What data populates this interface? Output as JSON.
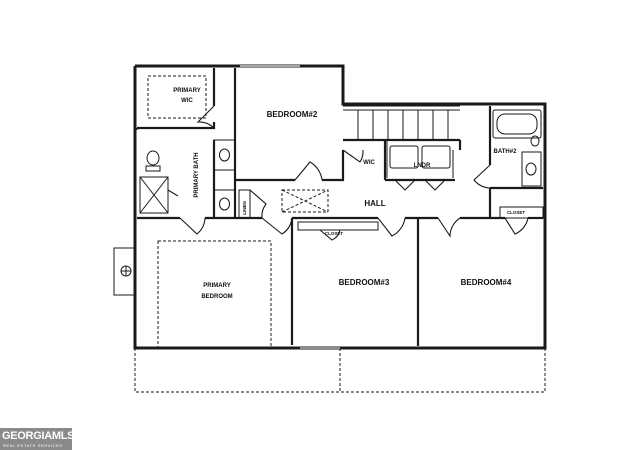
{
  "rooms": {
    "primary_wic": [
      "PRIMARY",
      "WIC"
    ],
    "bedroom2": "BEDROOM#2",
    "primary_bath": "PRIMARY BATH",
    "wic": "WIC",
    "lndr": "LNDR",
    "bath2": "BATH#2",
    "linen": "LINEN",
    "hall": "HALL",
    "closet_bed3": "CLOSET",
    "closet_bed4": "CLOSET",
    "primary_bedroom": [
      "PRIMARY",
      "BEDROOM"
    ],
    "bedroom3": "BEDROOM#3",
    "bedroom4": "BEDROOM#4"
  },
  "watermark": {
    "brand": "GEORGIAMLS",
    "tagline": "REAL ESTATE SERVICES"
  },
  "colors": {
    "wall": "#1a1a1a",
    "watermark_bg": "#8a8a8a"
  }
}
